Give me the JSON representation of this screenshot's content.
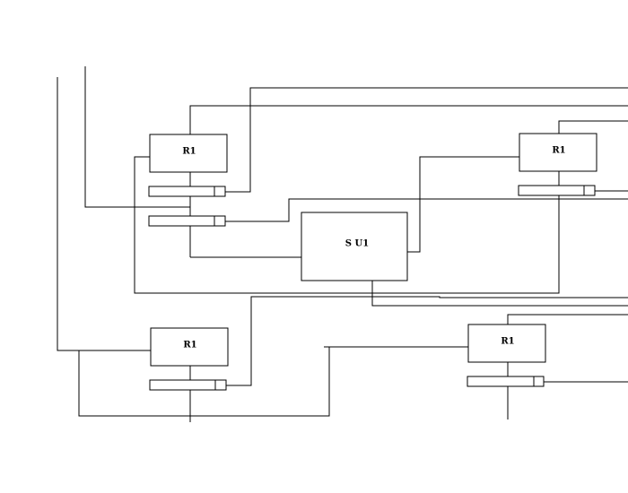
{
  "diagram": {
    "blocks": [
      {
        "id": "r1-top-left",
        "label": "R1"
      },
      {
        "id": "r1-top-right",
        "label": "R1"
      },
      {
        "id": "su1",
        "label": "S U1"
      },
      {
        "id": "r1-bottom-left",
        "label": "R1"
      },
      {
        "id": "r1-bottom-right",
        "label": "R1"
      }
    ]
  }
}
